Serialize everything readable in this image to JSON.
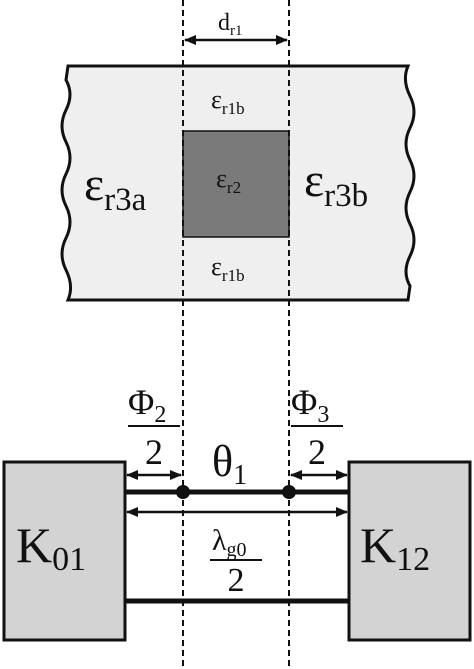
{
  "colors": {
    "ink": "#111111",
    "dielectric_fill": "#efefef",
    "insert_fill": "#7a7a7a",
    "block_fill": "#d3d3d3"
  },
  "labels": {
    "d_main": "d",
    "d_sub": "r1",
    "eps_symbol": "ε",
    "eps_r1b_sub": "r1b",
    "eps_r2_sub": "r2",
    "eps_r3a_sub": "r3a",
    "eps_r3b_sub": "r3b",
    "phi_symbol": "Φ",
    "phi2_sub": "2",
    "phi3_sub": "3",
    "denominator": "2",
    "theta_symbol": "θ",
    "theta_sub": "1",
    "lambda_symbol": "λ",
    "lambda_sub": "g0",
    "k_symbol": "K",
    "k01_sub": "01",
    "k12_sub": "12"
  }
}
